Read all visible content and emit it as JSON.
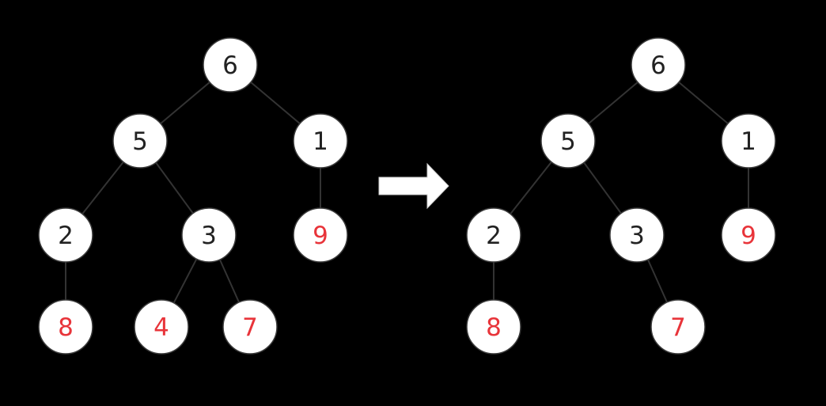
{
  "colors": {
    "background": "#000000",
    "node_fill": "#ffffff",
    "edge": "#333333",
    "label_default": "#222222",
    "label_highlight": "#e8343a",
    "arrow": "#ffffff"
  },
  "trees": [
    {
      "id": "left",
      "nodes": [
        {
          "id": "n6",
          "label": "6",
          "highlight": false
        },
        {
          "id": "n5",
          "label": "5",
          "highlight": false
        },
        {
          "id": "n1",
          "label": "1",
          "highlight": false
        },
        {
          "id": "n2",
          "label": "2",
          "highlight": false
        },
        {
          "id": "n3",
          "label": "3",
          "highlight": false
        },
        {
          "id": "n9",
          "label": "9",
          "highlight": true
        },
        {
          "id": "n8",
          "label": "8",
          "highlight": true
        },
        {
          "id": "n4",
          "label": "4",
          "highlight": true
        },
        {
          "id": "n7",
          "label": "7",
          "highlight": true
        }
      ],
      "edges": [
        [
          "n6",
          "n5"
        ],
        [
          "n6",
          "n1"
        ],
        [
          "n5",
          "n2"
        ],
        [
          "n5",
          "n3"
        ],
        [
          "n1",
          "n9"
        ],
        [
          "n2",
          "n8"
        ],
        [
          "n3",
          "n4"
        ],
        [
          "n3",
          "n7"
        ]
      ]
    },
    {
      "id": "right",
      "nodes": [
        {
          "id": "n6",
          "label": "6",
          "highlight": false
        },
        {
          "id": "n5",
          "label": "5",
          "highlight": false
        },
        {
          "id": "n1",
          "label": "1",
          "highlight": false
        },
        {
          "id": "n2",
          "label": "2",
          "highlight": false
        },
        {
          "id": "n3",
          "label": "3",
          "highlight": false
        },
        {
          "id": "n9",
          "label": "9",
          "highlight": true
        },
        {
          "id": "n8",
          "label": "8",
          "highlight": true
        },
        {
          "id": "n7",
          "label": "7",
          "highlight": true
        }
      ],
      "edges": [
        [
          "n6",
          "n5"
        ],
        [
          "n6",
          "n1"
        ],
        [
          "n5",
          "n2"
        ],
        [
          "n5",
          "n3"
        ],
        [
          "n1",
          "n9"
        ],
        [
          "n2",
          "n8"
        ],
        [
          "n3",
          "n7"
        ]
      ]
    }
  ],
  "arrow_icon": "right-arrow-icon"
}
